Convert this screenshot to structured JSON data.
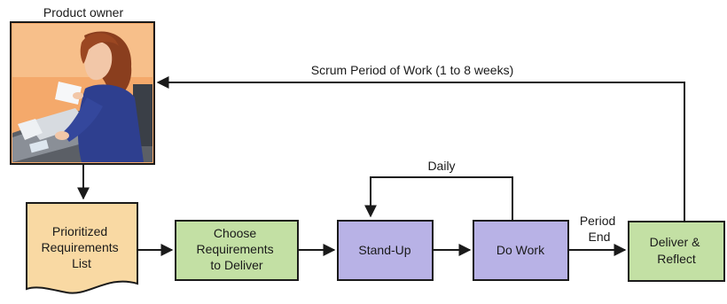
{
  "product_owner": {
    "label": "Product owner"
  },
  "scrum_period": {
    "label": "Scrum Period of Work (1 to 8 weeks)"
  },
  "daily": {
    "label": "Daily"
  },
  "period_end": {
    "line1": "Period",
    "line2": "End"
  },
  "boxes": {
    "prioritized": {
      "line1": "Prioritized",
      "line2": "Requirements",
      "line3": "List"
    },
    "choose": {
      "line1": "Choose",
      "line2": "Requirements",
      "line3": "to Deliver"
    },
    "standup": {
      "label": "Stand-Up"
    },
    "dowork": {
      "label": "Do Work"
    },
    "deliver": {
      "line1": "Deliver &",
      "line2": "Reflect"
    }
  },
  "colors": {
    "document_fill": "#f9d9a3",
    "green_fill": "#c3e0a4",
    "purple_fill": "#b8b2e6",
    "stroke": "#1a1a1a",
    "photo_bg": "#f4a96b"
  }
}
